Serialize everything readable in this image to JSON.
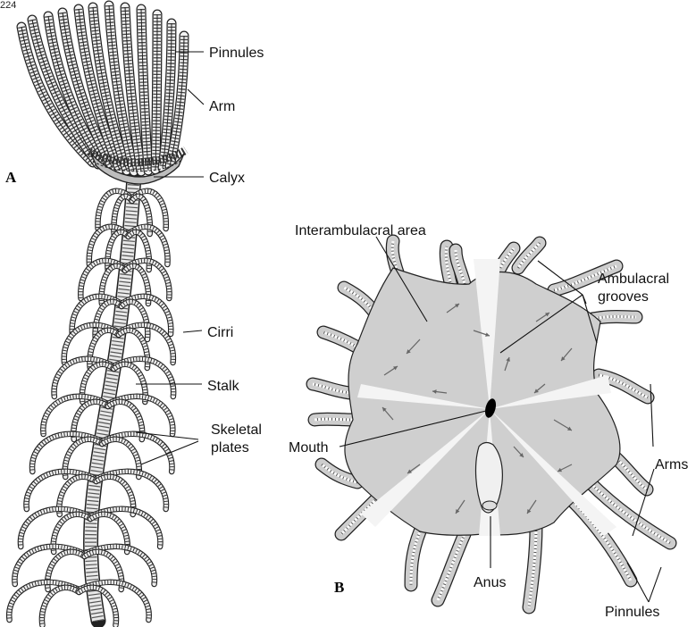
{
  "page_number": "224",
  "panels": {
    "A": "A",
    "B": "B"
  },
  "labels_a": {
    "pinnules": "Pinnules",
    "arm": "Arm",
    "calyx": "Calyx",
    "cirri": "Cirri",
    "stalk": "Stalk",
    "skeletal_plates_line1": "Skeletal",
    "skeletal_plates_line2": "plates"
  },
  "labels_b": {
    "interambulacral_area": "Interambulacral area",
    "ambulacral_grooves_line1": "Ambulacral",
    "ambulacral_grooves_line2": "grooves",
    "mouth": "Mouth",
    "arms": "Arms",
    "anus": "Anus",
    "pinnules": "Pinnules"
  }
}
